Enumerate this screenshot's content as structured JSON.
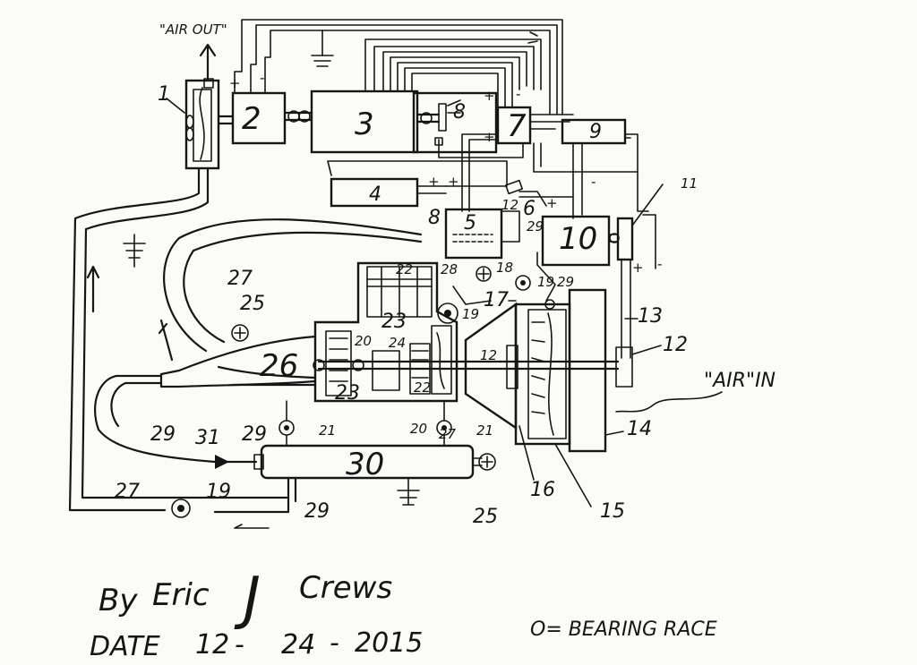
{
  "annotations": {
    "air_out": "\"AIR OUT\"",
    "air_in": "\"AIR\"IN",
    "legend": "O= BEARING RACE"
  },
  "plus": "+",
  "minus": "-",
  "components": {
    "c1": "1",
    "c2": "2",
    "c3": "3",
    "c4": "4",
    "c5": "5",
    "c6": "6",
    "c7": "7",
    "c8": "8",
    "c9": "9",
    "c10": "10",
    "c11": "11",
    "c12": "12",
    "c13": "13",
    "c14": "14",
    "c15": "15",
    "c16": "16",
    "c17": "17",
    "c18": "18",
    "c19": "19",
    "c20": "20",
    "c21": "21",
    "c22": "22",
    "c23": "23",
    "c24": "24",
    "c25": "25",
    "c26": "26",
    "c27": "27",
    "c28": "28",
    "c29": "29",
    "c30": "30",
    "c31": "31"
  },
  "signature": {
    "by": "By",
    "first": "Eric",
    "middle": "J",
    "last": "Crews"
  },
  "date": {
    "label": "DATE",
    "month": "12",
    "day": "24",
    "year": "2015",
    "sep": "-"
  }
}
